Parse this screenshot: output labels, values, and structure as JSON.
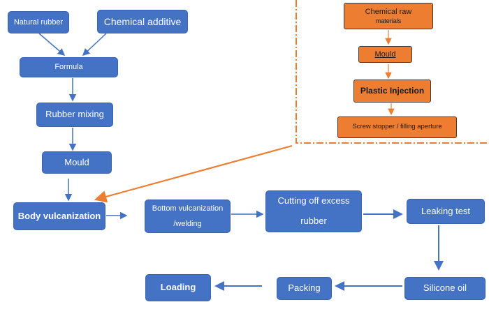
{
  "colors": {
    "blue_box": "#4472c4",
    "orange_box": "#ed7d31",
    "arrow_blue": "#4472c4",
    "arrow_orange": "#ed7d31",
    "dash_orange": "#ed7d31"
  },
  "nodes": {
    "natural_rubber": "Natural rubber",
    "chemical_additive": "Chemical additive",
    "formula": "Formula",
    "rubber_mixing": "Rubber mixing",
    "mould_blue": "Mould",
    "body_vulcanization": "Body vulcanization",
    "bottom_vulcanization_line1": "Bottom vulcanization",
    "bottom_vulcanization_line2": "/welding",
    "cutting_line1": "Cutting off excess",
    "cutting_line2": "rubber",
    "leaking_test": "Leaking test",
    "silicone_oil": "Silicone oil",
    "packing": "Packing",
    "loading": "Loading",
    "chemical_raw_line1": "Chemical raw",
    "chemical_raw_line2": "materials",
    "mould_orange": "Mould",
    "plastic_injection": "Plastic Injection",
    "screw_stopper": "Screw stopper / filling aperture"
  }
}
